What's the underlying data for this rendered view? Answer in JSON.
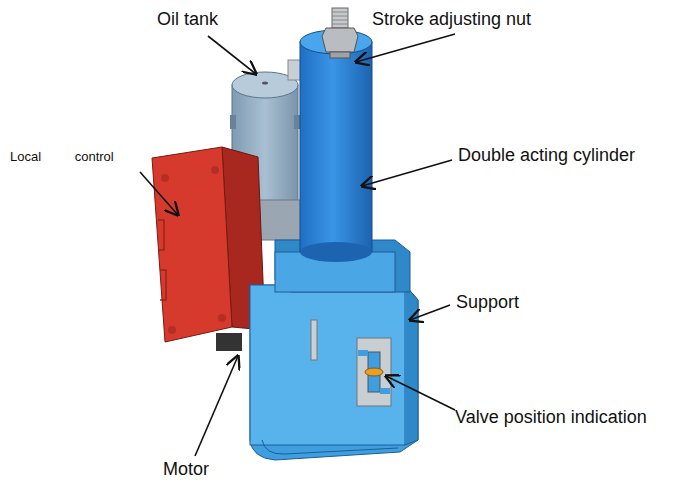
{
  "diagram": {
    "labels": [
      "Oil tank",
      "Stroke adjusting nut",
      "Local control",
      "Double acting cylinder",
      "Support",
      "Valve position indication",
      "Motor"
    ]
  }
}
